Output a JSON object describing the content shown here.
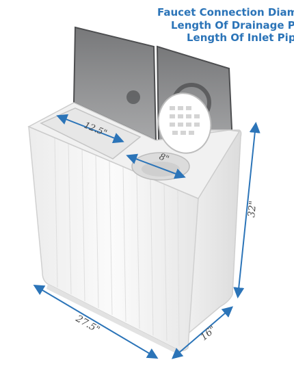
{
  "specs": {
    "line1": "Faucet Connection Diamet",
    "line2": "Length Of Drainage Pipe",
    "line3": "Length Of Inlet Pipe:"
  },
  "dimensions": {
    "wash_tub_width": "12.5\"",
    "spin_tub_diameter": "8\"",
    "height": "32\"",
    "width": "27.5\"",
    "depth": "16\""
  },
  "colors": {
    "accent": "#2b74b8",
    "lid_tint": "#6e6e70",
    "body": "#f4f4f4"
  }
}
